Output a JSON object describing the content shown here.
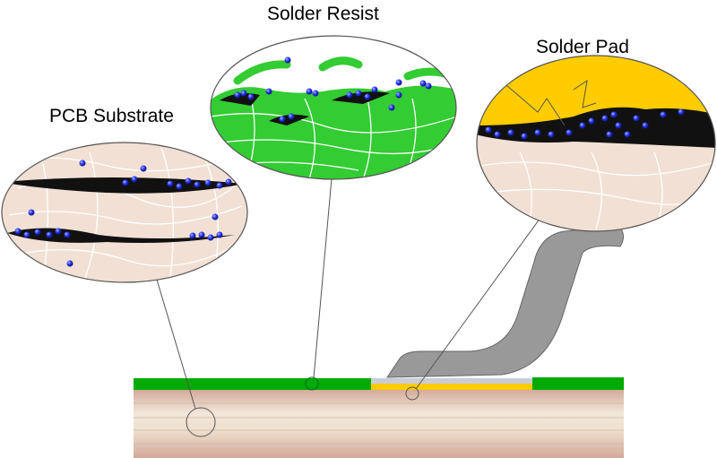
{
  "labels": {
    "pcb_substrate": "PCB Substrate",
    "solder_resist": "Solder Resist",
    "solder_pad": "Solder Pad"
  },
  "colors": {
    "solder_resist": "#00aa00",
    "solder_resist_zoom": "#33cc33",
    "solder_pad": "#ffcc00",
    "substrate": "#efe0d0",
    "substrate_zoom": "#f2e0d4",
    "lead": "#999999",
    "particle": "#2233ee"
  }
}
